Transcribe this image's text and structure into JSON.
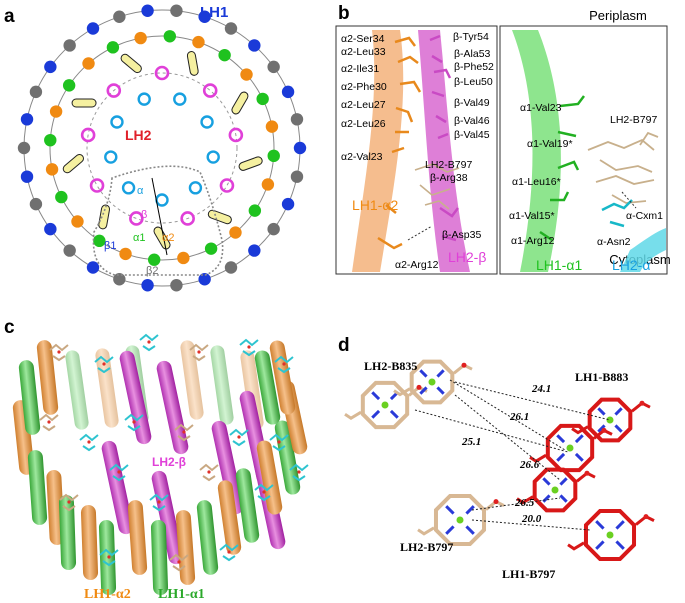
{
  "colors": {
    "blue": "#1a3ad8",
    "green": "#1fc21f",
    "orange": "#f08a12",
    "grey": "#707070",
    "magenta": "#e040d8",
    "cyan": "#17a0e0",
    "yellow": "#f5f0a0",
    "helix_orange": "#f3b27a",
    "helix_green": "#7ae07a",
    "helix_magenta": "#d868d0",
    "bchl_tan": "#d8b894",
    "bchl_red": "#d81818"
  },
  "panels": {
    "a": {
      "letter": "a",
      "lh1": "LH1",
      "lh2": "LH2",
      "alpha": "α",
      "beta": "β",
      "alpha1": "α1",
      "alpha2": "α2",
      "beta1": "β1",
      "beta2": "β2"
    },
    "b": {
      "letter": "b",
      "periplasm": "Periplasm",
      "cytoplasm": "Cytoplasm",
      "left_residues": [
        "α2-Ser34",
        "α2-Leu33",
        "α2-Ile31",
        "α2-Phe30",
        "α2-Leu27",
        "α2-Leu26",
        "α2-Val23"
      ],
      "right_residues": [
        "β-Tyr54",
        "β-Ala53",
        "β-Phe52",
        "β-Leu50",
        "β-Val49",
        "β-Val46",
        "β-Val45"
      ],
      "lh2_b797": "LH2-B797",
      "beta_arg38": "β-Arg38",
      "beta_asp35": "β-Asp35",
      "alpha2_arg12": "α2-Arg12",
      "lh1_alpha2": "LH1-α2",
      "lh2_beta": "LH2-β",
      "r_val23": "α1-Val23",
      "r_val19": "α1-Val19*",
      "r_leu16": "α1-Leu16*",
      "r_val15": "α1-Val15*",
      "r_arg12": "α1-Arg12",
      "r_lh2_b797": "LH2-B797",
      "r_cxm1": "α-Cxm1",
      "r_asn2": "α-Asn2",
      "lh1_alpha1": "LH1-α1",
      "lh2_alpha": "LH2-α"
    },
    "c": {
      "letter": "c",
      "lh2_beta": "LH2-β",
      "lh1_alpha2": "LH1-α2",
      "lh1_alpha1": "LH1-α1"
    },
    "d": {
      "letter": "d",
      "lh2_b835": "LH2-B835",
      "lh1_b883": "LH1-B883",
      "lh2_b797": "LH2-B797",
      "lh1_b797": "LH1-B797",
      "distances": [
        "24.1",
        "26.1",
        "25.1",
        "26.6",
        "26.5",
        "20.0"
      ]
    }
  }
}
